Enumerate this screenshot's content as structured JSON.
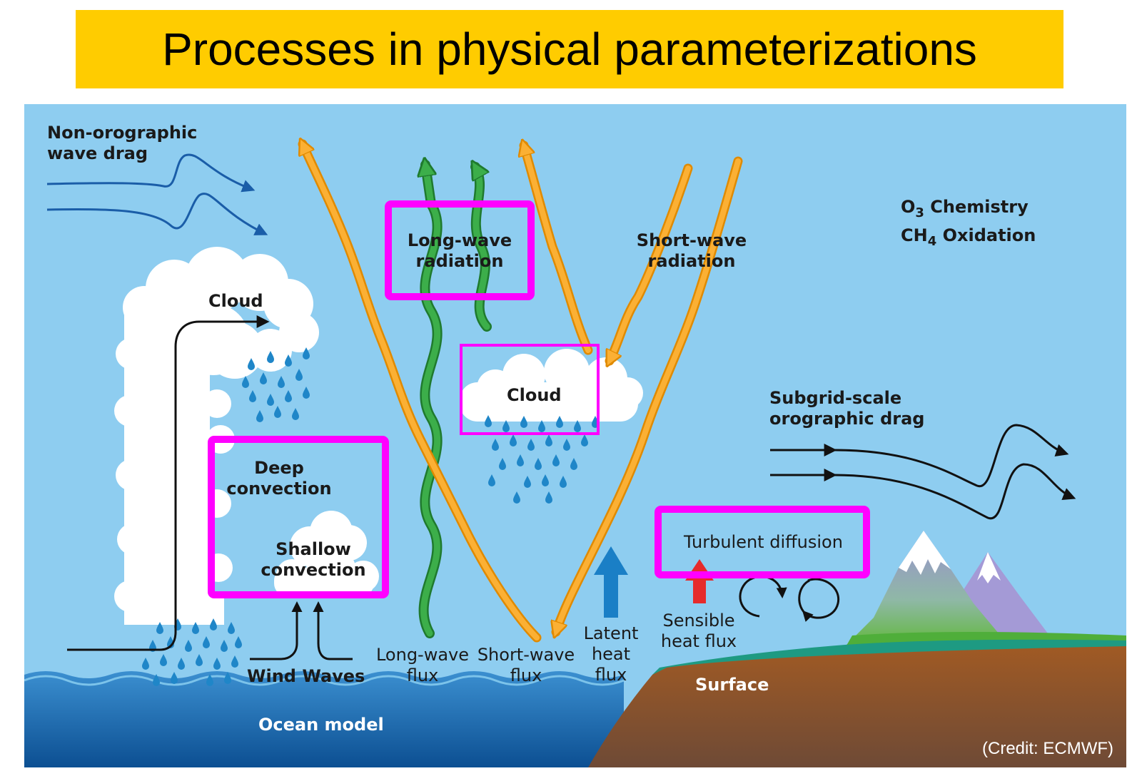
{
  "title": "Processes in physical parameterizations",
  "labels": {
    "non_orographic": [
      "Non-orographic",
      "wave drag"
    ],
    "cloud_left": "Cloud",
    "long_wave_radiation": [
      "Long-wave",
      "radiation"
    ],
    "short_wave_radiation": [
      "Short-wave",
      "radiation"
    ],
    "o3": "O",
    "o3_sub": "3",
    "o3_rest": " Chemistry",
    "ch4": "CH",
    "ch4_sub": "4",
    "ch4_rest": " Oxidation",
    "cloud_center": "Cloud",
    "subgrid": [
      "Subgrid-scale",
      "orographic drag"
    ],
    "deep_convection": [
      "Deep",
      "convection"
    ],
    "shallow_convection": [
      "Shallow",
      "convection"
    ],
    "turbulent_diffusion": "Turbulent diffusion",
    "sensible_heat_flux": [
      "Sensible",
      "heat flux"
    ],
    "latent_heat_flux": [
      "Latent",
      "heat",
      "flux"
    ],
    "long_wave_flux": [
      "Long-wave",
      "flux"
    ],
    "short_wave_flux": [
      "Short-wave",
      "flux"
    ],
    "wind_waves": "Wind Waves",
    "surface": "Surface",
    "ocean_model": "Ocean model"
  },
  "credit": "(Credit: ECMWF)",
  "colors": {
    "title_bg": "#ffcc00",
    "sky": "#8ecdf0",
    "highlight": "#ff00ff",
    "sw_arrow": "#fbb034",
    "lw_arrow": "#3cae4a",
    "rain": "#1f86c8",
    "wave_drag_arrow": "#1a5da8",
    "latent_arrow": "#1a7fc6",
    "sensible_arrow": "#e62b2b",
    "ocean": "#1768ad",
    "land": "#7b4a2a",
    "mountain": "#9b93cc"
  }
}
